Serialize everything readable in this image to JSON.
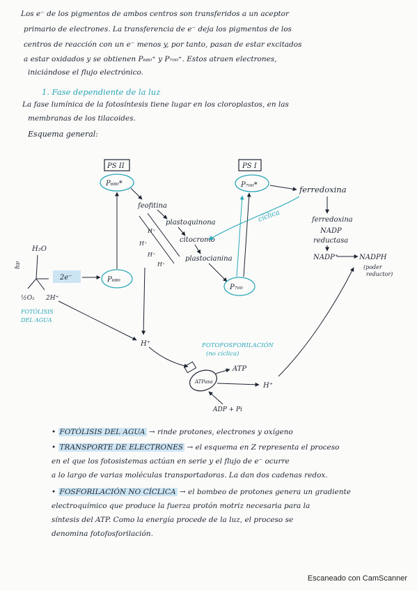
{
  "intro": {
    "line1": "Los e⁻ de los pigmentos de ambos centros son transferidos a un aceptor",
    "line2": "primario de electrones. La transferencia de e⁻ deja los pigmentos de los",
    "line3": "centros de reacción con un e⁻ menos y, por tanto, pasan de estar excitados",
    "line4": "a estar oxidados y se obtienen P₆₈₀⁺ y P₇₀₀⁺. Estos atraen electrones,",
    "line5": "iniciándose el flujo electrónico."
  },
  "section": {
    "title": "1. Fase dependiente de la luz",
    "line1": "La fase lumínica de la fotosíntesis tiene lugar en los cloroplastos, en las",
    "line2": "membranas de los tilacoides.",
    "scheme_label": "Esquema general:"
  },
  "diagram": {
    "ps2": "PS II",
    "p680_star": "P₆₈₀*",
    "p680": "P₆₈₀",
    "ps1": "PS I",
    "p700_star": "P₇₀₀*",
    "p700": "P₇₀₀",
    "feofitina": "feofitina",
    "plastoquinona": "plastoquinona",
    "citocromo": "citocromo",
    "plastocianina": "plastocianina",
    "ferredoxina": "ferredoxina",
    "ferredoxina_nadp": "ferredoxina",
    "nadp": "NADP",
    "reductasa": "reductasa",
    "nadp_plus": "NADP⁺",
    "nadph": "NADPH",
    "poder_reductor_1": "(poder",
    "poder_reductor_2": "reductor)",
    "ciclica": "cíclica",
    "h2o": "H₂O",
    "light": "hν",
    "two_e": "2e⁻",
    "half_o2": "½O₂",
    "two_h": "2H⁺",
    "fotolisis_1": "FOTÓLISIS",
    "fotolisis_2": "DEL AGUA",
    "h_plus": "H⁺",
    "h_plus_right": "H⁺",
    "fotofos_1": "FOTOFOSFORILACIÓN",
    "fotofos_2": "(no cíclica)",
    "atp": "ATP",
    "atpasa": "ATPasa",
    "adp": "ADP + Pi",
    "hplus_small": "H⁺"
  },
  "bullets": [
    {
      "term": "FOTÓLISIS DEL AGUA",
      "text": " → rinde protones, electrones y oxígeno"
    },
    {
      "term": "TRANSPORTE DE ELECTRONES",
      "text": " → el esquema en Z representa el proceso"
    },
    {
      "text2": "en el que los fotosistemas actúan en serie y el flujo de e⁻ ocurre"
    },
    {
      "text3": "a lo largo de varias moléculas transportadoras. La dan dos cadenas redox."
    },
    {
      "term": "FOSFORILACIÓN NO CÍCLICA",
      "text": " → el bombeo de protones genera un gradiente"
    },
    {
      "text2": "electroquímico que produce la fuerza protón motriz necesaria para la"
    },
    {
      "text3": "síntesis del ATP. Como la energía procede de la luz, el proceso se"
    },
    {
      "text4": "denomina fotofosforilación."
    }
  ],
  "footer": "Escaneado con CamScanner"
}
